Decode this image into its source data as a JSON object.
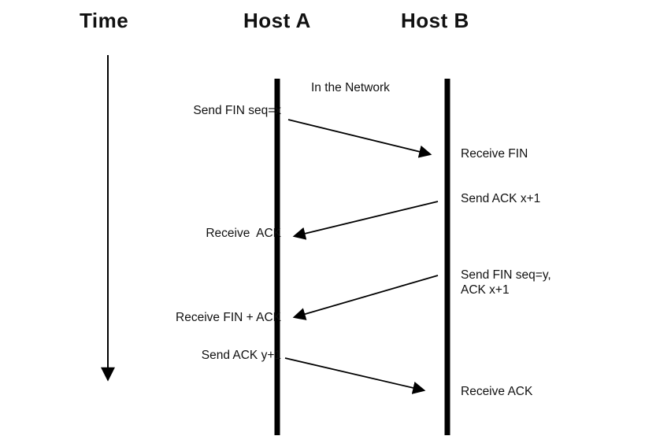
{
  "diagram": {
    "title_axis": "Time",
    "host_a": "Host A",
    "host_b": "Host B",
    "network_label": "In the Network",
    "left_events": [
      {
        "label": "Send FIN seq=x"
      },
      {
        "label": "Receive  ACK"
      },
      {
        "label": "Receive FIN + ACK"
      },
      {
        "label": "Send ACK y+1"
      }
    ],
    "right_events": [
      {
        "label": "Receive FIN"
      },
      {
        "label": "Send ACK x+1"
      },
      {
        "label": "Send FIN seq=y,\nACK x+1"
      },
      {
        "label": "Receive ACK"
      }
    ],
    "colors": {
      "line": "#000000",
      "text": "#111111",
      "background": "#ffffff"
    }
  }
}
